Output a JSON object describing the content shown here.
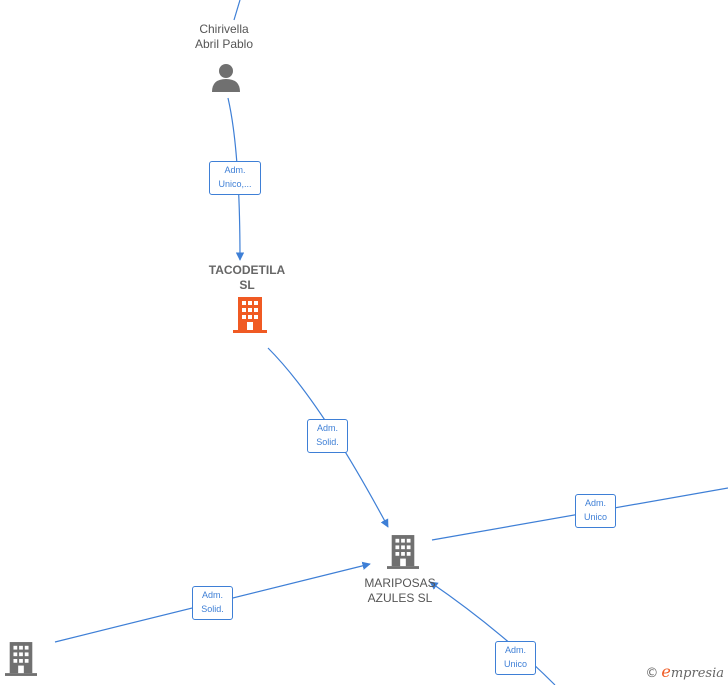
{
  "nodes": {
    "person": {
      "line1": "Chirivella",
      "line2": "Abril Pablo",
      "icon": "person-icon"
    },
    "tacodetila": {
      "line1": "TACODETILA",
      "line2": "SL",
      "icon": "building-icon",
      "color": "#f05a23"
    },
    "mariposas": {
      "line1": "MARIPOSAS",
      "line2": "AZULES  SL",
      "icon": "building-icon",
      "color": "#707070"
    },
    "other_company": {
      "icon": "building-icon",
      "color": "#707070"
    }
  },
  "relations": {
    "person_to_tacodetila": {
      "line1": "Adm.",
      "line2": "Unico,..."
    },
    "tacodetila_to_mariposas": {
      "line1": "Adm.",
      "line2": "Solid."
    },
    "left_to_mariposas": {
      "line1": "Adm.",
      "line2": "Solid."
    },
    "right_to_mariposas": {
      "line1": "Adm.",
      "line2": "Unico"
    },
    "bottom_to_mariposas": {
      "line1": "Adm.",
      "line2": "Unico"
    }
  },
  "colors": {
    "edge": "#3e7fd6",
    "accent": "#f05a23",
    "node_gray": "#707070"
  },
  "brand": {
    "copyright": "©",
    "initial": "e",
    "rest": "mpresia"
  }
}
